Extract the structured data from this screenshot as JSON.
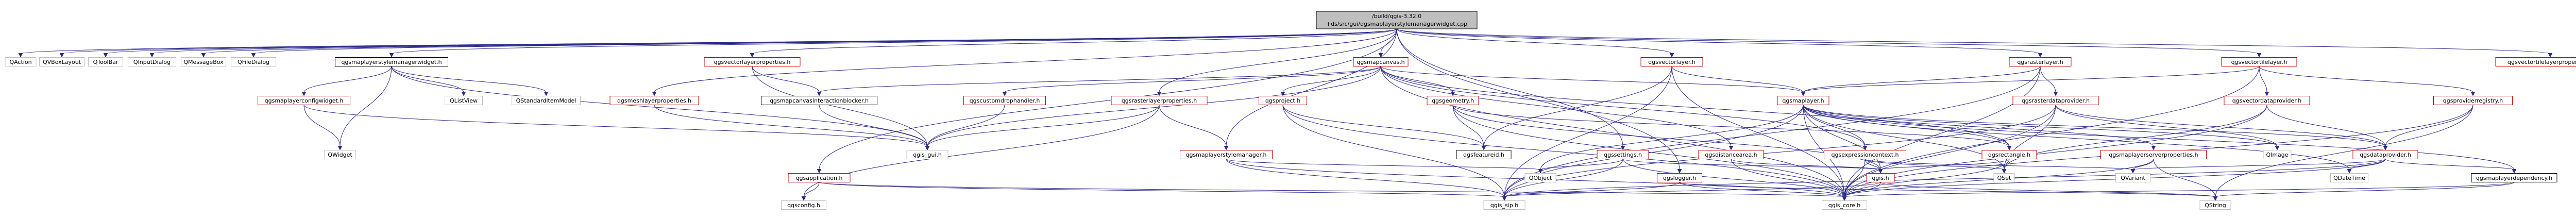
{
  "colors": {
    "root_fill": "#bfbfbf",
    "root_stroke": "#000000",
    "red_stroke": "#c00000",
    "grey_stroke": "#bfbfbf",
    "edge": "#2a2a8a",
    "text": "#000000"
  },
  "root": {
    "line1": "/build/qgis-3.32.0",
    "line2": "+ds/src/gui/qgsmaplayerstylemanagerwidget.cpp"
  },
  "nodes": [
    {
      "id": "qaction",
      "label": "QAction",
      "style": "grey"
    },
    {
      "id": "qvboxlayout",
      "label": "QVBoxLayout",
      "style": "grey"
    },
    {
      "id": "qtoolbar",
      "label": "QToolBar",
      "style": "grey"
    },
    {
      "id": "qinputdialog",
      "label": "QInputDialog",
      "style": "grey"
    },
    {
      "id": "qmessagebox",
      "label": "QMessageBox",
      "style": "grey"
    },
    {
      "id": "qfiledialog",
      "label": "QFileDialog",
      "style": "grey"
    },
    {
      "id": "qgsmaplayerstylemanagerwidget_h",
      "label": "qgsmaplayerstylemanagerwidget.h",
      "style": "black"
    },
    {
      "id": "qgsvectorlayerproperties_h",
      "label": "qgsvectorlayerproperties.h",
      "style": "red"
    },
    {
      "id": "qgsmapcanvas_h",
      "label": "qgsmapcanvas.h",
      "style": "red"
    },
    {
      "id": "qgsvectorlayer_h",
      "label": "qgsvectorlayer.h",
      "style": "red"
    },
    {
      "id": "qgsrasterlayer_h",
      "label": "qgsrasterlayer.h",
      "style": "red"
    },
    {
      "id": "qgsvectortilelayer_h",
      "label": "qgsvectortilelayer.h",
      "style": "red"
    },
    {
      "id": "qgsvectortilelayerproperties_h",
      "label": "qgsvectortilelayerproperties.h",
      "style": "red"
    },
    {
      "id": "qgsmaplayerconfigwidget_h",
      "label": "qgsmaplayerconfigwidget.h",
      "style": "red"
    },
    {
      "id": "qlistview",
      "label": "QListView",
      "style": "grey"
    },
    {
      "id": "qstandarditemmodel",
      "label": "QStandardItemModel",
      "style": "grey"
    },
    {
      "id": "qgsmeshlayerproperties_h",
      "label": "qgsmeshlayerproperties.h",
      "style": "red"
    },
    {
      "id": "qgsmapcanvasinteractionblocker_h",
      "label": "qgsmapcanvasinteractionblocker.h",
      "style": "black"
    },
    {
      "id": "qgscustomdrophandler_h",
      "label": "qgscustomdrophandler.h",
      "style": "red"
    },
    {
      "id": "qgsrasterlayerproperties_h",
      "label": "qgsrasterlayerproperties.h",
      "style": "red"
    },
    {
      "id": "qgsproject_h",
      "label": "qgsproject.h",
      "style": "red"
    },
    {
      "id": "qgsgeometry_h",
      "label": "qgsgeometry.h",
      "style": "red"
    },
    {
      "id": "qgsmaplayer_h",
      "label": "qgsmaplayer.h",
      "style": "red"
    },
    {
      "id": "qgsrasterdataprovider_h",
      "label": "qgsrasterdataprovider.h",
      "style": "red"
    },
    {
      "id": "qgsvectordataprovider_h",
      "label": "qgsvectordataprovider.h",
      "style": "red"
    },
    {
      "id": "qgsproviderregistry_h",
      "label": "qgsproviderregistry.h",
      "style": "red"
    },
    {
      "id": "qwidget",
      "label": "QWidget",
      "style": "grey"
    },
    {
      "id": "qgis_gui_h",
      "label": "qgis_gui.h",
      "style": "grey"
    },
    {
      "id": "qgsmaplayerstylemanager_h",
      "label": "qgsmaplayerstylemanager.h",
      "style": "red"
    },
    {
      "id": "qgsfeatureid_h",
      "label": "qgsfeatureid.h",
      "style": "black"
    },
    {
      "id": "qgssettings_h",
      "label": "qgssettings.h",
      "style": "red"
    },
    {
      "id": "qgsdistancearea_h",
      "label": "qgsdistancearea.h",
      "style": "red"
    },
    {
      "id": "qgsexpressioncontext_h",
      "label": "qgsexpressioncontext.h",
      "style": "red"
    },
    {
      "id": "qgsrectangle_h",
      "label": "qgsrectangle.h",
      "style": "red"
    },
    {
      "id": "qgsmaplayerserverproperties_h",
      "label": "qgsmaplayerserverproperties.h",
      "style": "red"
    },
    {
      "id": "qimage",
      "label": "QImage",
      "style": "grey"
    },
    {
      "id": "qgsdataprovider_h",
      "label": "qgsdataprovider.h",
      "style": "red"
    },
    {
      "id": "qgsapplication_h",
      "label": "qgsapplication.h",
      "style": "red"
    },
    {
      "id": "qobject",
      "label": "QObject",
      "style": "grey"
    },
    {
      "id": "qgslogger_h",
      "label": "qgslogger.h",
      "style": "red"
    },
    {
      "id": "qgis_h",
      "label": "qgis.h",
      "style": "red"
    },
    {
      "id": "qset",
      "label": "QSet",
      "style": "grey"
    },
    {
      "id": "qvariant",
      "label": "QVariant",
      "style": "grey"
    },
    {
      "id": "qdatetime",
      "label": "QDateTime",
      "style": "grey"
    },
    {
      "id": "qgsmaplayerdependency_h",
      "label": "qgsmaplayerdependency.h",
      "style": "black"
    },
    {
      "id": "qgsconfig_h",
      "label": "qgsconfig.h",
      "style": "grey"
    },
    {
      "id": "qgis_sip_h",
      "label": "qgis_sip.h",
      "style": "grey"
    },
    {
      "id": "qgis_core_h",
      "label": "qgis_core.h",
      "style": "grey"
    },
    {
      "id": "qstring",
      "label": "QString",
      "style": "grey"
    }
  ],
  "edges": [
    [
      "root",
      "qaction"
    ],
    [
      "root",
      "qvboxlayout"
    ],
    [
      "root",
      "qtoolbar"
    ],
    [
      "root",
      "qinputdialog"
    ],
    [
      "root",
      "qmessagebox"
    ],
    [
      "root",
      "qfiledialog"
    ],
    [
      "root",
      "qgsmaplayerstylemanagerwidget_h"
    ],
    [
      "root",
      "qgsvectorlayerproperties_h"
    ],
    [
      "root",
      "qgsmapcanvas_h"
    ],
    [
      "root",
      "qgsvectorlayer_h"
    ],
    [
      "root",
      "qgsrasterlayer_h"
    ],
    [
      "root",
      "qgsvectortilelayer_h"
    ],
    [
      "root",
      "qgsvectortilelayerproperties_h"
    ],
    [
      "root",
      "qgsmaplayerstylemanager_h"
    ],
    [
      "root",
      "qgssettings_h"
    ],
    [
      "root",
      "qgslogger_h"
    ],
    [
      "root",
      "qgsapplication_h"
    ],
    [
      "root",
      "qgsmeshlayerproperties_h"
    ],
    [
      "root",
      "qgsrasterlayerproperties_h"
    ],
    [
      "qgsmaplayerstylemanagerwidget_h",
      "qgsmaplayerconfigwidget_h"
    ],
    [
      "qgsmaplayerstylemanagerwidget_h",
      "qlistview"
    ],
    [
      "qgsmaplayerstylemanagerwidget_h",
      "qstandarditemmodel"
    ],
    [
      "qgsmaplayerstylemanagerwidget_h",
      "qwidget"
    ],
    [
      "qgsmaplayerstylemanagerwidget_h",
      "qgis_gui_h"
    ],
    [
      "qgsmaplayerconfigwidget_h",
      "qwidget"
    ],
    [
      "qgsmaplayerconfigwidget_h",
      "qgis_gui_h"
    ],
    [
      "qgsvectorlayerproperties_h",
      "qgis_gui_h"
    ],
    [
      "qgsvectorlayerproperties_h",
      "qgsmapcanvasinteractionblocker_h"
    ],
    [
      "qgsmeshlayerproperties_h",
      "qgis_gui_h"
    ],
    [
      "qgsmapcanvasinteractionblocker_h",
      "qgis_gui_h"
    ],
    [
      "qgsmapcanvas_h",
      "qgsmapcanvasinteractionblocker_h"
    ],
    [
      "qgsmapcanvas_h",
      "qgscustomdrophandler_h"
    ],
    [
      "qgsmapcanvas_h",
      "qgsproject_h"
    ],
    [
      "qgsmapcanvas_h",
      "qgsgeometry_h"
    ],
    [
      "qgsmapcanvas_h",
      "qgsmaplayer_h"
    ],
    [
      "qgsmapcanvas_h",
      "qgsrectangle_h"
    ],
    [
      "qgsmapcanvas_h",
      "qgsexpressioncontext_h"
    ],
    [
      "qgsmapcanvas_h",
      "qgsdistancearea_h"
    ],
    [
      "qgsmapcanvas_h",
      "qgis_core_h"
    ],
    [
      "qgsmapcanvas_h",
      "qgis_gui_h"
    ],
    [
      "qgscustomdrophandler_h",
      "qgis_gui_h"
    ],
    [
      "qgsrasterlayerproperties_h",
      "qgis_gui_h"
    ],
    [
      "qgsrasterlayerproperties_h",
      "qgsmaplayerstylemanager_h"
    ],
    [
      "qgsrasterlayerproperties_h",
      "qgsconfig_h"
    ],
    [
      "qgsvectorlayer_h",
      "qgsmaplayer_h"
    ],
    [
      "qgsvectorlayer_h",
      "qgsfeatureid_h"
    ],
    [
      "qgsvectorlayer_h",
      "qgis_sip_h"
    ],
    [
      "qgsvectorlayer_h",
      "qgis_core_h"
    ],
    [
      "qgsrasterlayer_h",
      "qgsmaplayer_h"
    ],
    [
      "qgsrasterlayer_h",
      "qgsrasterdataprovider_h"
    ],
    [
      "qgsrasterlayer_h",
      "qgis_core_h"
    ],
    [
      "qgsrasterlayer_h",
      "qgis_sip_h"
    ],
    [
      "qgsvectortilelayer_h",
      "qgsmaplayer_h"
    ],
    [
      "qgsvectortilelayer_h",
      "qgsvectordataprovider_h"
    ],
    [
      "qgsvectortilelayer_h",
      "qgis_core_h"
    ],
    [
      "qgsvectortilelayer_h",
      "qgsproviderregistry_h"
    ],
    [
      "qgsproject_h",
      "qgis_core_h"
    ],
    [
      "qgsproject_h",
      "qgis_sip_h"
    ],
    [
      "qgsproject_h",
      "qgsfeatureid_h"
    ],
    [
      "qgsgeometry_h",
      "qgsfeatureid_h"
    ],
    [
      "qgsgeometry_h",
      "qgis_core_h"
    ],
    [
      "qgsgeometry_h",
      "qgsrectangle_h"
    ],
    [
      "qgsgeometry_h",
      "qgis_h"
    ],
    [
      "qgsmaplayer_h",
      "qobject"
    ],
    [
      "qgsmaplayer_h",
      "qset"
    ],
    [
      "qgsmaplayer_h",
      "qimage"
    ],
    [
      "qgsmaplayer_h",
      "qgis_h"
    ],
    [
      "qgsmaplayer_h",
      "qgsdataprovider_h"
    ],
    [
      "qgsmaplayer_h",
      "qgsrectangle_h"
    ],
    [
      "qgsmaplayer_h",
      "qgsmaplayerserverproperties_h"
    ],
    [
      "qgsmaplayer_h",
      "qgsexpressioncontext_h"
    ],
    [
      "qgsmaplayer_h",
      "qgsmaplayerdependency_h"
    ],
    [
      "qgsmaplayer_h",
      "qdatetime"
    ],
    [
      "qgsmaplayer_h",
      "qgis_core_h"
    ],
    [
      "qgsmaplayer_h",
      "qgis_sip_h"
    ],
    [
      "qgsrasterdataprovider_h",
      "qgsdataprovider_h"
    ],
    [
      "qgsrasterdataprovider_h",
      "qimage"
    ],
    [
      "qgsrasterdataprovider_h",
      "qgis_core_h"
    ],
    [
      "qgsrasterdataprovider_h",
      "qgis_sip_h"
    ],
    [
      "qgsrasterdataprovider_h",
      "qset"
    ],
    [
      "qgsvectordataprovider_h",
      "qgsdataprovider_h"
    ],
    [
      "qgsvectordataprovider_h",
      "qgis_core_h"
    ],
    [
      "qgsvectordataprovider_h",
      "qset"
    ],
    [
      "qgsproviderregistry_h",
      "qgsdataprovider_h"
    ],
    [
      "qgsproviderregistry_h",
      "qgis_core_h"
    ],
    [
      "qgsproviderregistry_h",
      "qstring"
    ],
    [
      "qgsmaplayerstylemanager_h",
      "qobject"
    ],
    [
      "qgsmaplayerstylemanager_h",
      "qgis_core_h"
    ],
    [
      "qgsmaplayerstylemanager_h",
      "qgis_sip_h"
    ],
    [
      "qgssettings_h",
      "qobject"
    ],
    [
      "qgssettings_h",
      "qgis_core_h"
    ],
    [
      "qgssettings_h",
      "qgis_sip_h"
    ],
    [
      "qgssettings_h",
      "qgis_h"
    ],
    [
      "qgsdistancearea_h",
      "qgis_core_h"
    ],
    [
      "qgsdistancearea_h",
      "qgis_h"
    ],
    [
      "qgsexpressioncontext_h",
      "qset"
    ],
    [
      "qgsexpressioncontext_h",
      "qvariant"
    ],
    [
      "qgsexpressioncontext_h",
      "qgis_core_h"
    ],
    [
      "qgsexpressioncontext_h",
      "qgis_h"
    ],
    [
      "qgsrectangle_h",
      "qgis_core_h"
    ],
    [
      "qgsrectangle_h",
      "qgis_h"
    ],
    [
      "qgsmaplayerserverproperties_h",
      "qvariant"
    ],
    [
      "qgsmaplayerserverproperties_h",
      "qgis_core_h"
    ],
    [
      "qgsmaplayerserverproperties_h",
      "qstring"
    ],
    [
      "qgsdataprovider_h",
      "qdatetime"
    ],
    [
      "qgsdataprovider_h",
      "qvariant"
    ],
    [
      "qgsdataprovider_h",
      "qgis_core_h"
    ],
    [
      "qgsdataprovider_h",
      "qgis_sip_h"
    ],
    [
      "qgsdataprovider_h",
      "qgsmaplayerdependency_h"
    ],
    [
      "qgsapplication_h",
      "qgsconfig_h"
    ],
    [
      "qgsapplication_h",
      "qgis_core_h"
    ],
    [
      "qgsapplication_h",
      "qgis_sip_h"
    ],
    [
      "qgslogger_h",
      "qgis_core_h"
    ],
    [
      "qgslogger_h",
      "qgis_sip_h"
    ],
    [
      "qgslogger_h",
      "qstring"
    ],
    [
      "qgis_h",
      "qgis_core_h"
    ],
    [
      "qgis_h",
      "qgis_sip_h"
    ],
    [
      "qgis_h",
      "qstring"
    ],
    [
      "qgsmaplayerdependency_h",
      "qgis_core_h"
    ],
    [
      "qgsmaplayerdependency_h",
      "qstring"
    ]
  ]
}
